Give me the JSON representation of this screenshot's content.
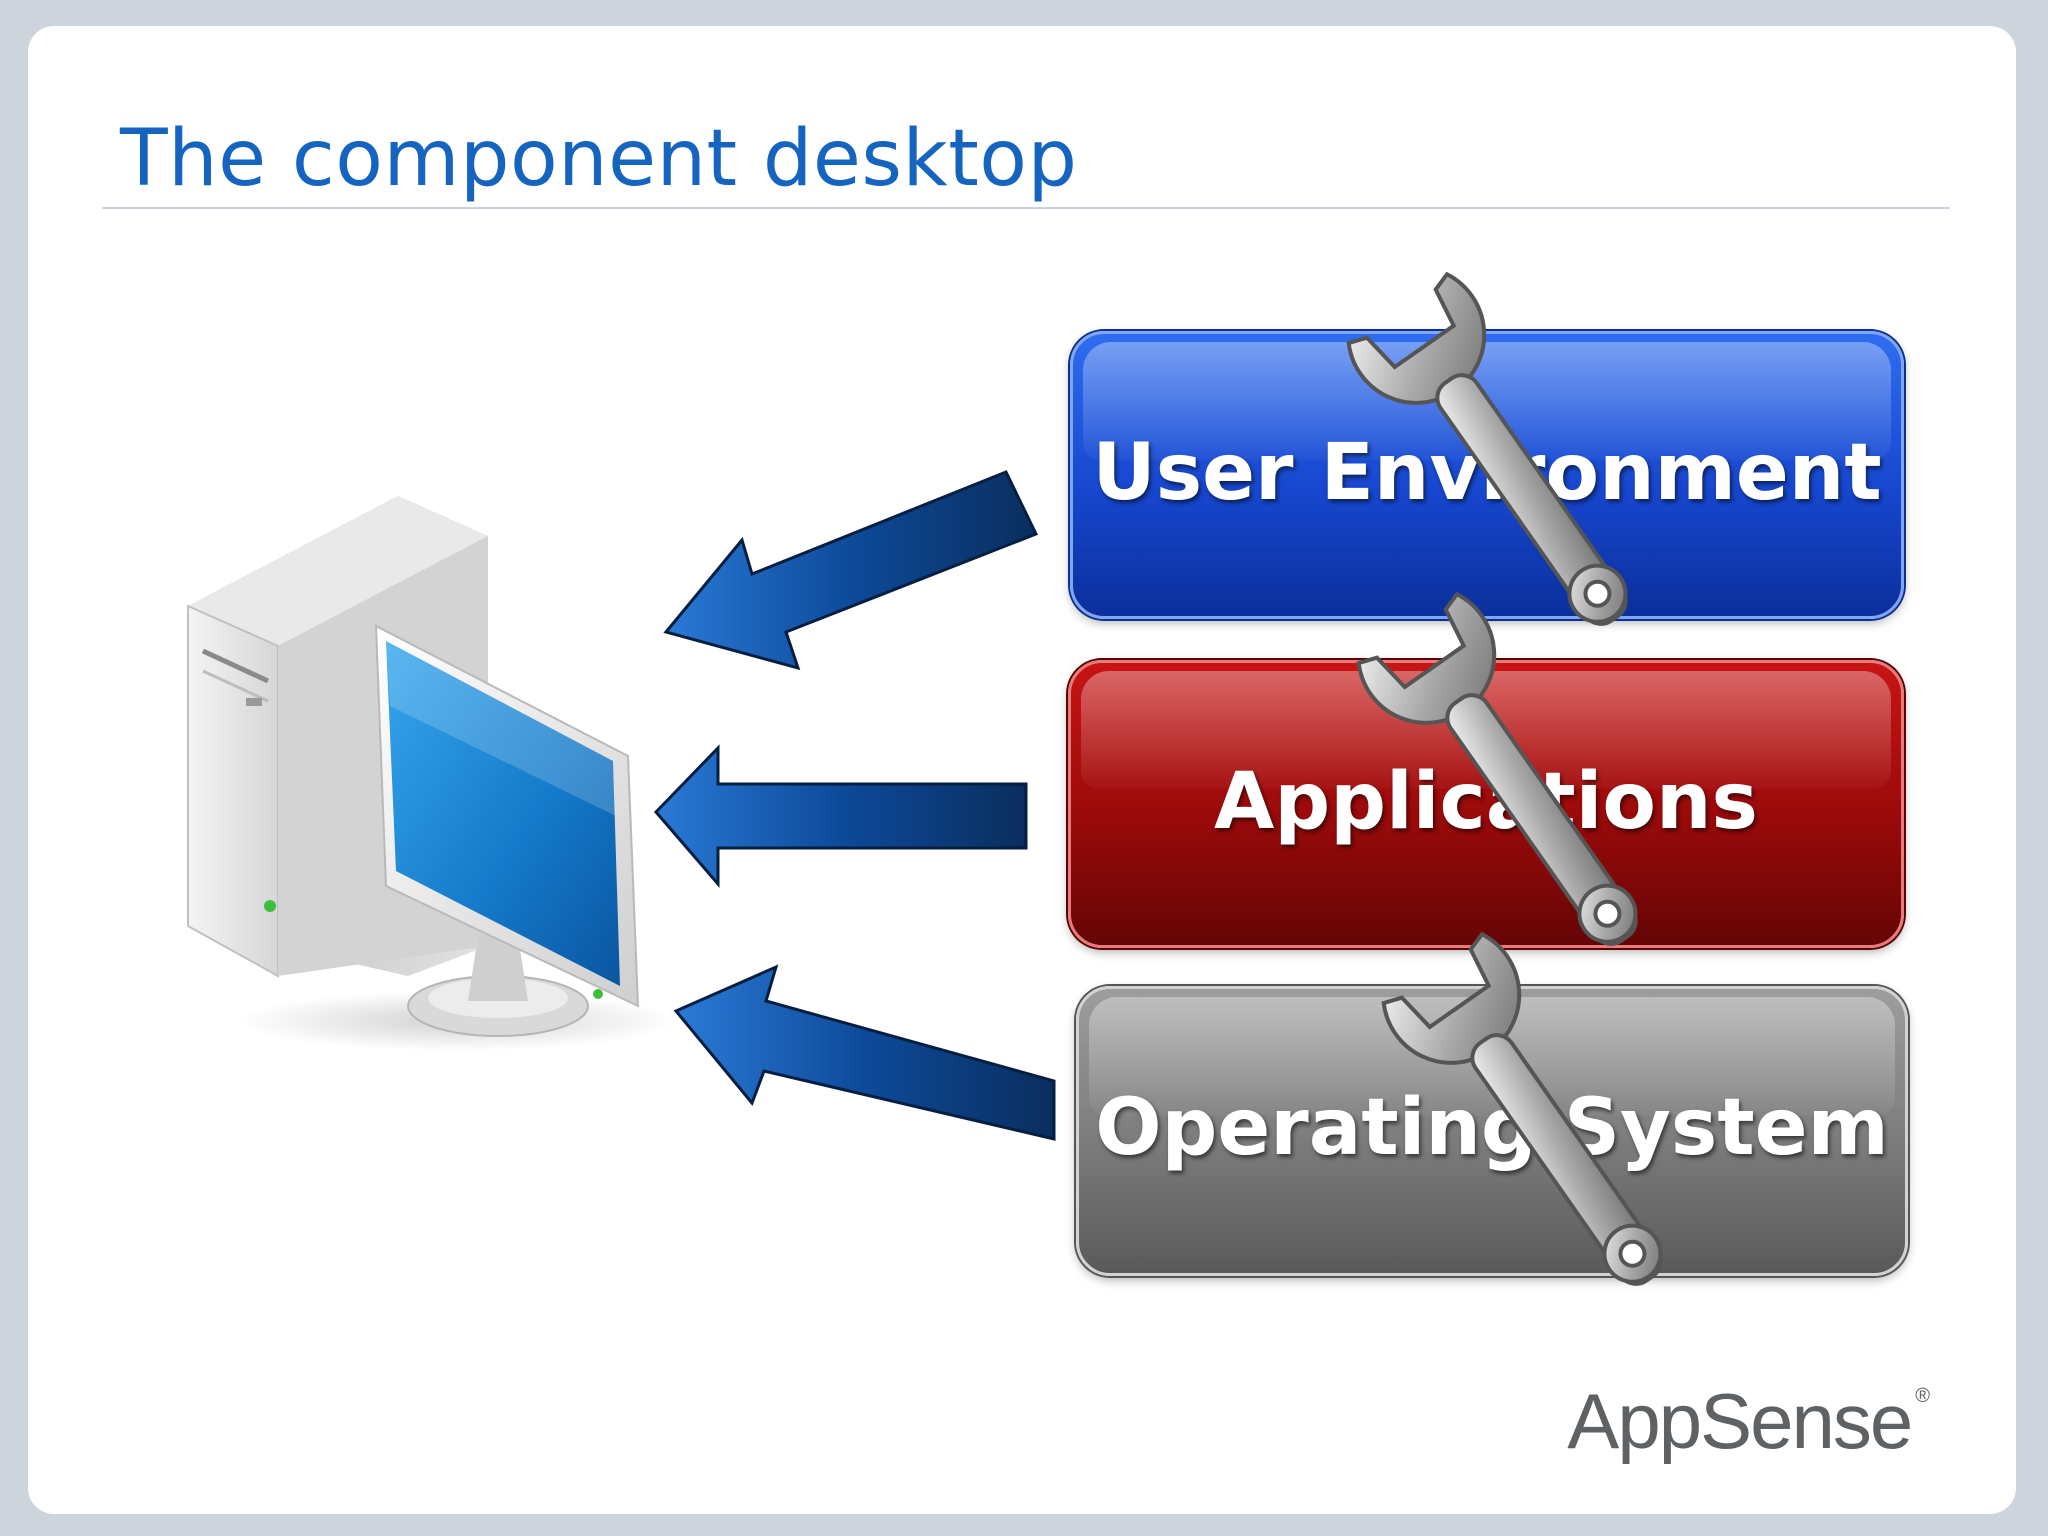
{
  "slide": {
    "title": "The component desktop",
    "brand_logo": "AppSense"
  },
  "layers": [
    {
      "label": "User Environment",
      "color": "#1747cf",
      "tool": "wrench-icon"
    },
    {
      "label": "Applications",
      "color": "#9a0a0a",
      "tool": "wrench-icon"
    },
    {
      "label": "Operating System",
      "color": "#7b7b7b",
      "tool": "wrench-icon"
    }
  ],
  "arrows": {
    "color": "#0d4a9a",
    "points_to": "desktop-computer-icon"
  },
  "colors": {
    "title": "#1565c0",
    "frame": "#cdd4dc"
  }
}
